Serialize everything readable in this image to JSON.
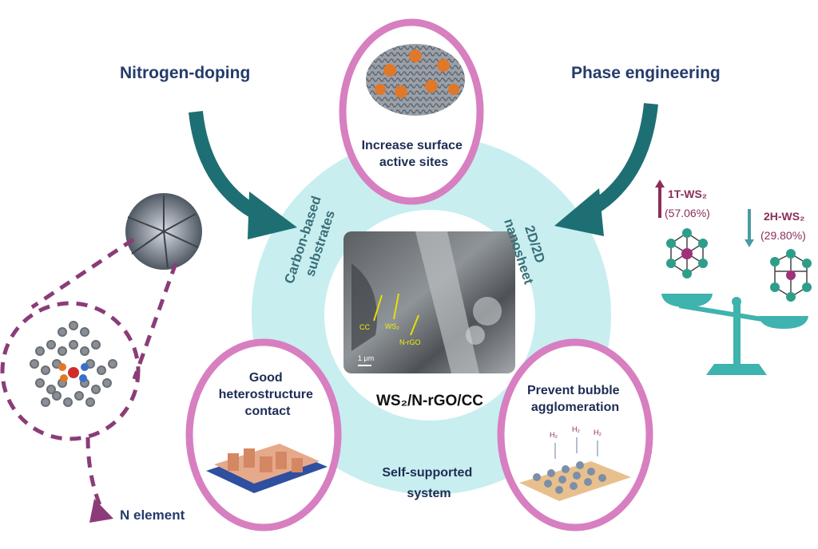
{
  "labels": {
    "nitrogen_doping": "Nitrogen-doping",
    "phase_engineering": "Phase engineering",
    "carbon_substrates": "Carbon-based",
    "carbon_substrates_2": "substrates",
    "nanosheet_1": "2D/2D",
    "nanosheet_2": "nanosheet",
    "self_supported_1": "Self-supported",
    "self_supported_2": "system",
    "center_label": "WS₂/N-rGO/CC",
    "n_element": "N element"
  },
  "circles": {
    "top_1": "Increase surface",
    "top_2": "active sites",
    "left_1": "Good",
    "left_2": "heterostructure",
    "left_3": "contact",
    "right_1": "Prevent bubble",
    "right_2": "agglomeration"
  },
  "sem": {
    "cc": "CC",
    "ws2": "WS₂",
    "nrgo": "N-rGO",
    "scale": "1 μm"
  },
  "phase": {
    "t1_label": "1T-WS₂",
    "t1_value": "(57.06%)",
    "h2_label": "2H-WS₂",
    "h2_value": "(29.80%)"
  },
  "bubbles": [
    "H₂",
    "H₂",
    "H₂"
  ],
  "colors": {
    "teal_ring": "#c8eef0",
    "pink_ring": "#d77fc0",
    "arrow_teal": "#1e6f73",
    "text_navy": "#243b6b",
    "dashed_purple": "#8b3c78",
    "scale_teal": "#3fb3ad",
    "arrow_up": "#8b2e5a",
    "arrow_down": "#4b9ba3"
  }
}
